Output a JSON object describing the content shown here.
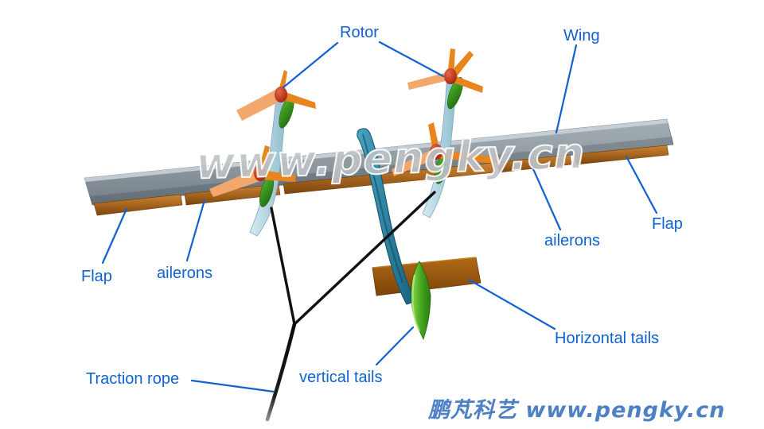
{
  "labels": {
    "rotor": "Rotor",
    "wing": "Wing",
    "flap_left": "Flap",
    "ailerons_left": "ailerons",
    "ailerons_right": "ailerons",
    "flap_right": "Flap",
    "horizontal_tails": "Horizontal tails",
    "vertical_tails": "vertical tails",
    "traction_rope": "Traction rope"
  },
  "watermark": "www.pengky.cn",
  "footer": "鹏芃科艺 www.pengky.cn",
  "colors": {
    "label_blue": "#1061d2",
    "footer_blue": "#4d80c5",
    "wing_gray": "#8c979e",
    "trailing_edge_orange": "#b06a1c",
    "rotor_blade_orange": "#e8851f",
    "rotor_blade_salmon": "#f2a76c",
    "hub_red": "#c23a20",
    "nacelle_green": "#2e8f23",
    "pylon_light_blue": "#b9dbe7",
    "fuselage_teal": "#1f7f9f",
    "horizontal_tail_brown": "#9a550f",
    "vertical_tail_green": "#46a81f",
    "rope_black": "#111111",
    "background": "#ffffff"
  }
}
